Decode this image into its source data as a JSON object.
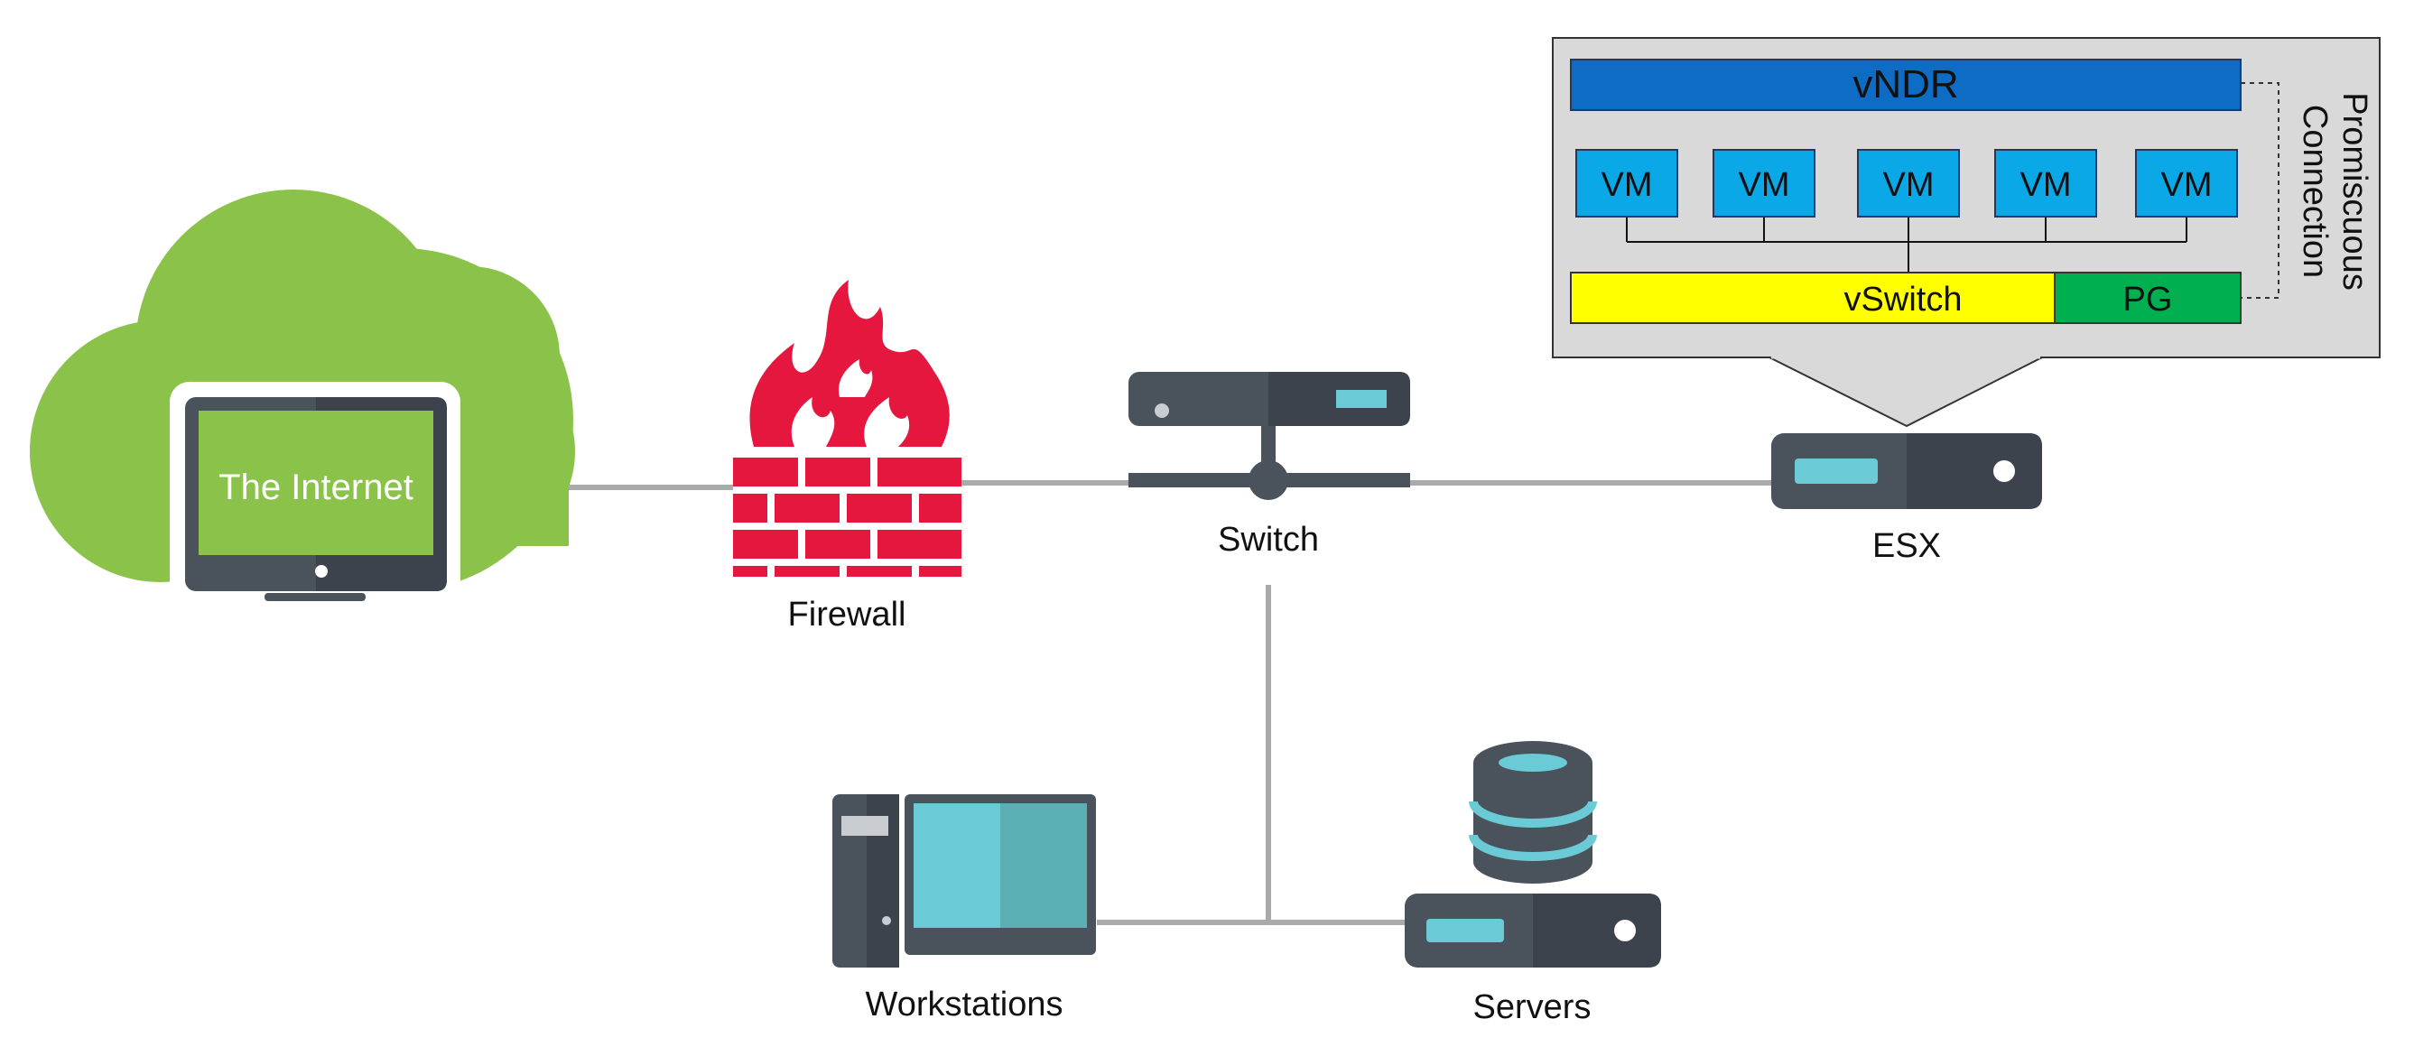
{
  "labels": {
    "internet": "The Internet",
    "firewall": "Firewall",
    "switch": "Switch",
    "esx": "ESX",
    "workstations": "Workstations",
    "servers": "Servers"
  },
  "esx_panel": {
    "vndr": "vNDR",
    "vms": [
      "VM",
      "VM",
      "VM",
      "VM",
      "VM"
    ],
    "vswitch": "vSwitch",
    "pg": "PG",
    "promiscuous_line1": "Promiscuous",
    "promiscuous_line2": "Connection"
  },
  "colors": {
    "cloud_green": "#8BC34A",
    "dark_slate": "#4A525C",
    "firewall_red": "#E5173F",
    "teal": "#6ACBD6",
    "vndr_blue": "#0F6CC4",
    "vm_blue": "#0BA8E8",
    "vswitch_yellow": "#FFFF00",
    "pg_green": "#00B050",
    "connector_gray": "#AAAAAA",
    "panel_gray": "#D9D9D9"
  }
}
